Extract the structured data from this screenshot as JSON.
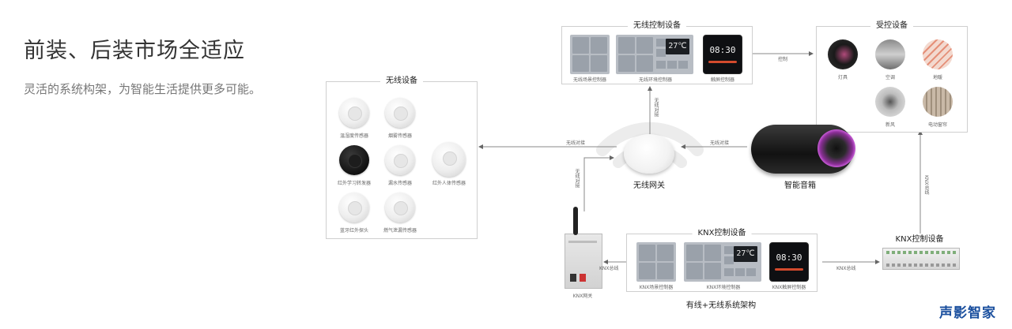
{
  "header": {
    "title": "前装、后装市场全适应",
    "subtitle": "灵活的系统构架，为智能生活提供更多可能。"
  },
  "wireless_devices": {
    "title": "无线设备",
    "items": [
      "温湿度传感器",
      "烟雾传感器",
      "红外学习转发器",
      "漏水传感器",
      "红外人体传感器",
      "蓝牙红外探头",
      "燃气泄漏传感器"
    ]
  },
  "wireless_control": {
    "title": "无线控制设备",
    "items": [
      "无线场景控制器",
      "无线环境控制器",
      "触屏控制器"
    ],
    "thermo_display": "27℃",
    "touch_time": "08:30"
  },
  "controlled": {
    "title": "受控设备",
    "items": [
      "灯具",
      "空调",
      "地暖",
      "新风",
      "电动窗帘"
    ]
  },
  "knx_control": {
    "title": "KNX控制设备",
    "items": [
      "KNX场景控制器",
      "KNX环境控制器",
      "KNX触屏控制器"
    ],
    "thermo_display": "27℃",
    "touch_time": "08:30"
  },
  "center": {
    "gateway": "无线网关",
    "speaker": "智能音箱",
    "knx_gateway": "KNX网关",
    "knx_device": "KNX控制设备",
    "architecture": "有线+无线系统架构"
  },
  "connections": {
    "wireless_link": "无线对接",
    "control": "控制",
    "knx_bus": "KNX总线"
  },
  "brand": "声影智家"
}
